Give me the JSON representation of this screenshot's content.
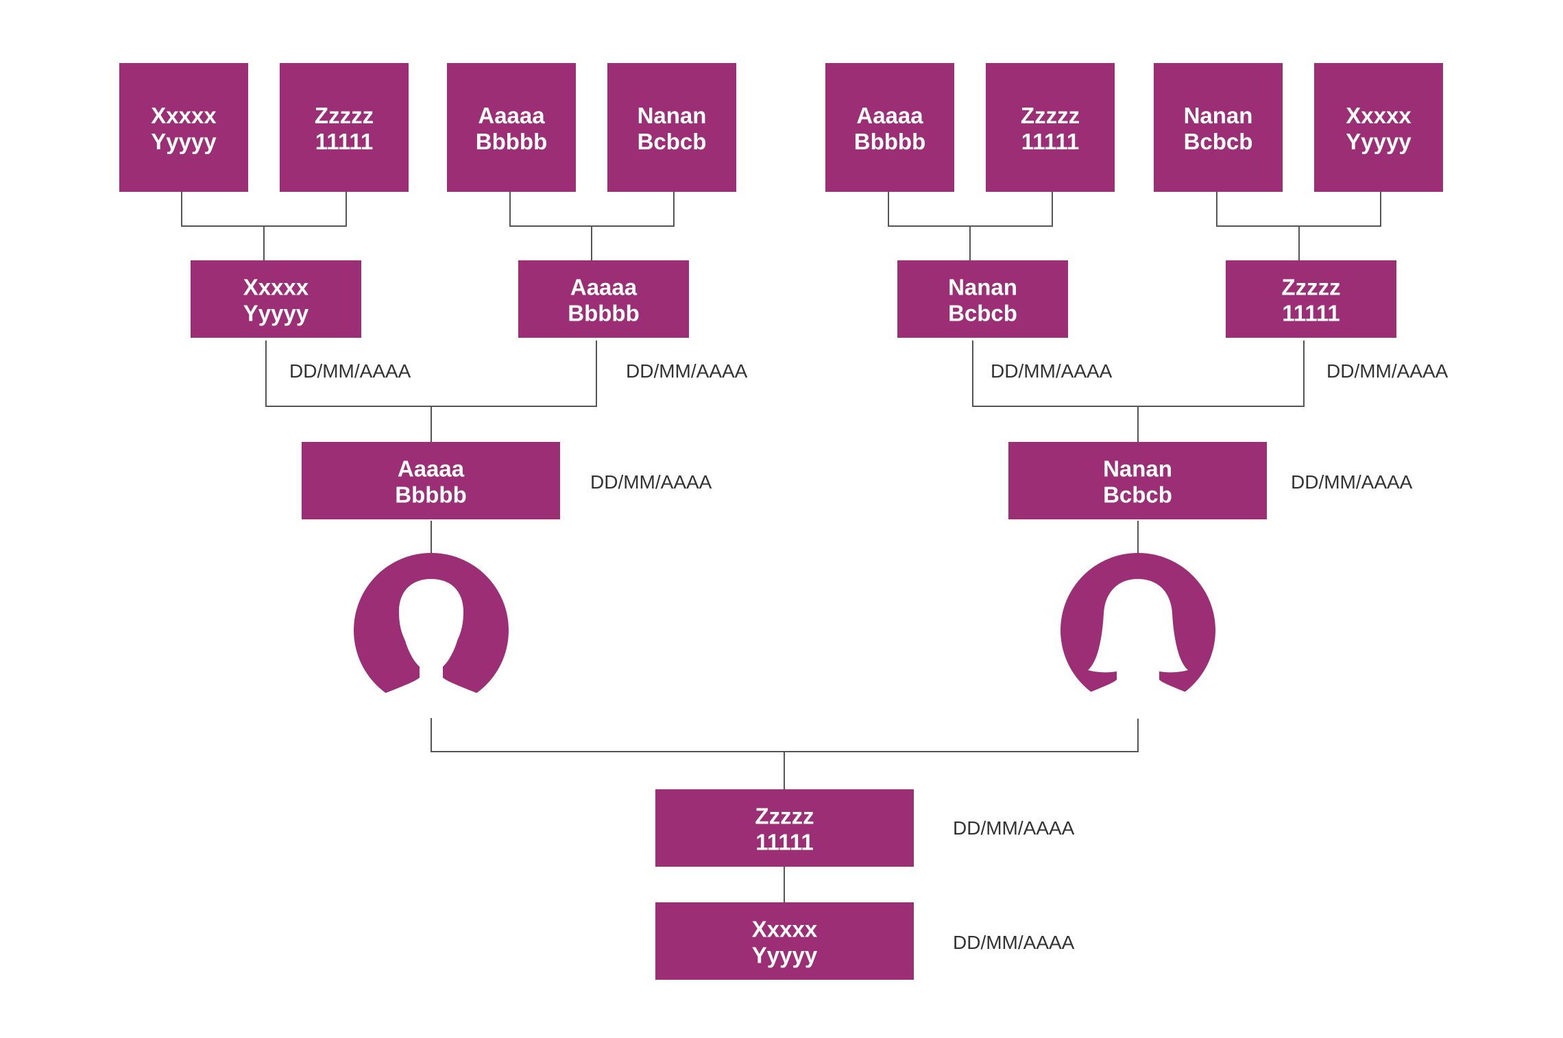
{
  "colors": {
    "box": "#9c2e76",
    "line": "#555555",
    "date_text": "#333333",
    "background": "#ffffff"
  },
  "date_placeholder": "DD/MM/AAAA",
  "great_grandparents": [
    {
      "line1": "Xxxxx",
      "line2": "Yyyyy"
    },
    {
      "line1": "Zzzzz",
      "line2": "11111"
    },
    {
      "line1": "Aaaaa",
      "line2": "Bbbbb"
    },
    {
      "line1": "Nanan",
      "line2": "Bcbcb"
    },
    {
      "line1": "Aaaaa",
      "line2": "Bbbbb"
    },
    {
      "line1": "Zzzzz",
      "line2": "11111"
    },
    {
      "line1": "Nanan",
      "line2": "Bcbcb"
    },
    {
      "line1": "Xxxxx",
      "line2": "Yyyyy"
    }
  ],
  "grandparents": [
    {
      "line1": "Xxxxx",
      "line2": "Yyyyy",
      "date": "DD/MM/AAAA"
    },
    {
      "line1": "Aaaaa",
      "line2": "Bbbbb",
      "date": "DD/MM/AAAA"
    },
    {
      "line1": "Nanan",
      "line2": "Bcbcb",
      "date": "DD/MM/AAAA"
    },
    {
      "line1": "Zzzzz",
      "line2": "11111",
      "date": "DD/MM/AAAA"
    }
  ],
  "parents": [
    {
      "line1": "Aaaaa",
      "line2": "Bbbbb",
      "date": "DD/MM/AAAA",
      "avatar": "male-avatar-icon"
    },
    {
      "line1": "Nanan",
      "line2": "Bcbcb",
      "date": "DD/MM/AAAA",
      "avatar": "female-avatar-icon"
    }
  ],
  "child": {
    "line1": "Zzzzz",
    "line2": "11111",
    "date": "DD/MM/AAAA"
  },
  "grandchild": {
    "line1": "Xxxxx",
    "line2": "Yyyyy",
    "date": "DD/MM/AAAA"
  }
}
